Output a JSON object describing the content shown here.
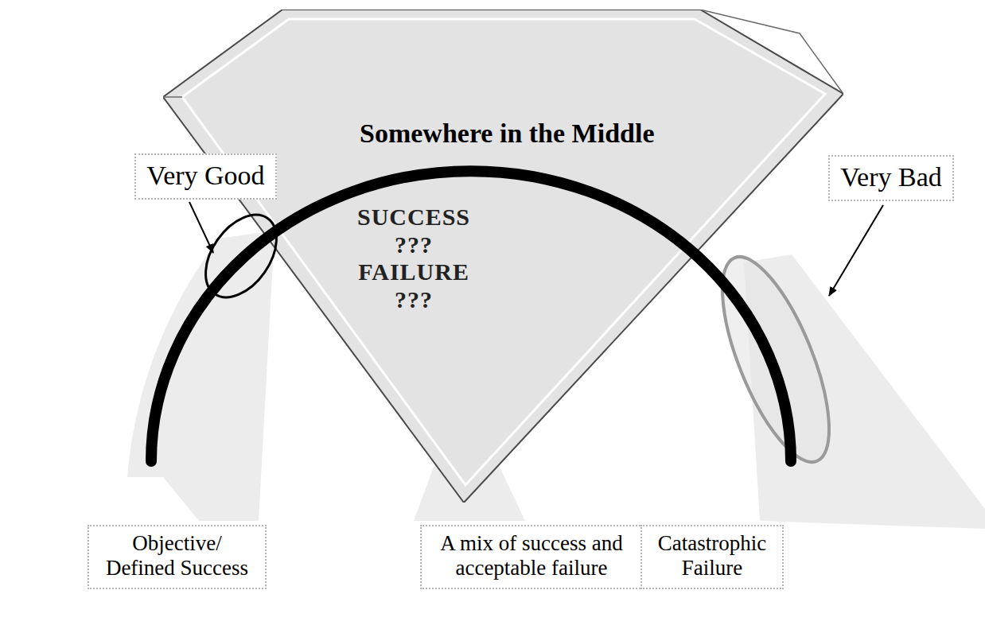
{
  "diagram": {
    "nodes": [
      {
        "text": [
          "Somewhere in the Middle",
          "SUCCESS ??? FAILURE ???"
        ]
      },
      {
        "text": [
          "Very Good"
        ]
      },
      {
        "text": [
          "Very Bad"
        ]
      },
      {
        "text": [
          "Objective/ Defined Success"
        ]
      },
      {
        "text": [
          "A mix of success and acceptable failure"
        ]
      },
      {
        "text": [
          "Catastrophic Failure"
        ]
      }
    ]
  }
}
